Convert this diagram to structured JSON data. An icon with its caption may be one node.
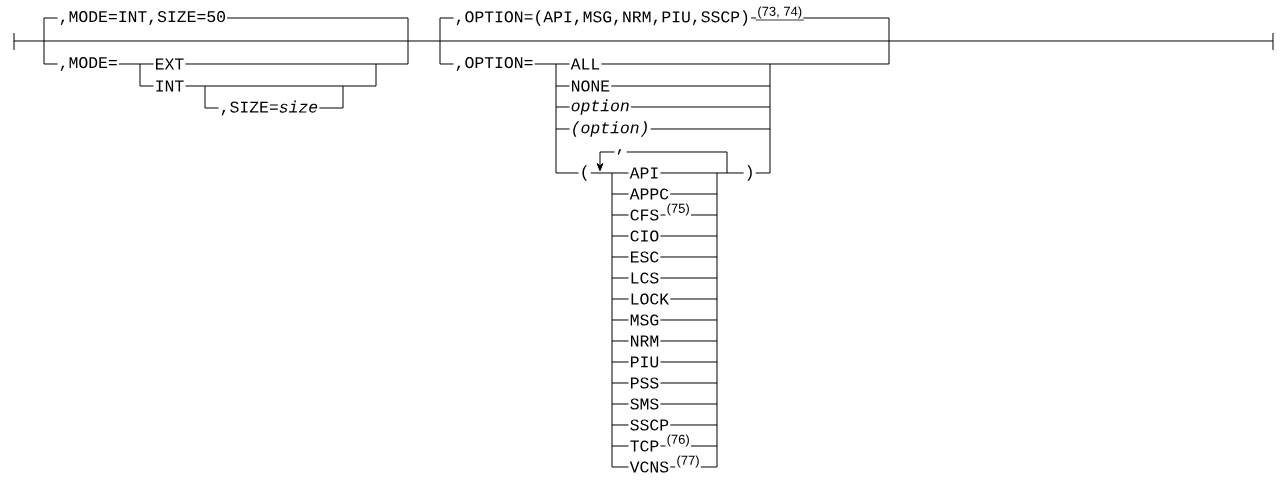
{
  "diagram": {
    "labels": [
      ",MODE=INT,SIZE=50",
      ",OPTION=(API,MSG,NRM,PIU,SSCP)",
      "(73, 74)",
      ",MODE=",
      "EXT",
      ",OPTION=",
      "ALL",
      "INT",
      "NONE",
      ",SIZE=*size*",
      "option",
      "(option)",
      ",",
      "(",
      "API",
      ")",
      "APPC",
      "CFS",
      "(75)",
      "CIO",
      "ESC",
      "LCS",
      "LOCK",
      "MSG",
      "NRM",
      "PIU",
      "PSS",
      "SMS",
      "SSCP",
      "TCP",
      "(76)",
      "VCNS",
      "(77)"
    ]
  }
}
